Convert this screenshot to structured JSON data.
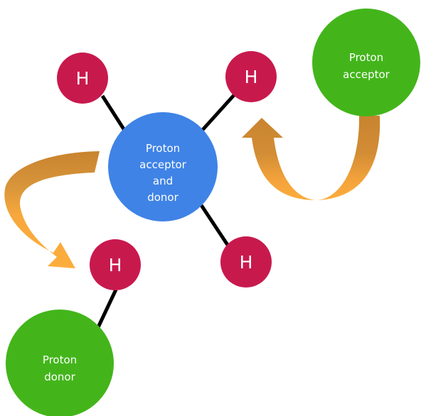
{
  "colors": {
    "hydrogen": "#c8194d",
    "center_node": "#3f83e6",
    "side_node": "#43b51b",
    "bond": "#000000",
    "arrow_dark": "#cf8a32",
    "arrow_light": "#fbaa3a"
  },
  "hydrogen": {
    "top_left": "H",
    "top_right": "H",
    "bottom_right": "H",
    "donor_h": "H"
  },
  "center": {
    "lines": [
      "Proton",
      "acceptor",
      "and",
      "donor"
    ]
  },
  "acceptor": {
    "lines": [
      "Proton",
      "acceptor"
    ]
  },
  "donor": {
    "lines": [
      "Proton",
      "donor"
    ]
  }
}
